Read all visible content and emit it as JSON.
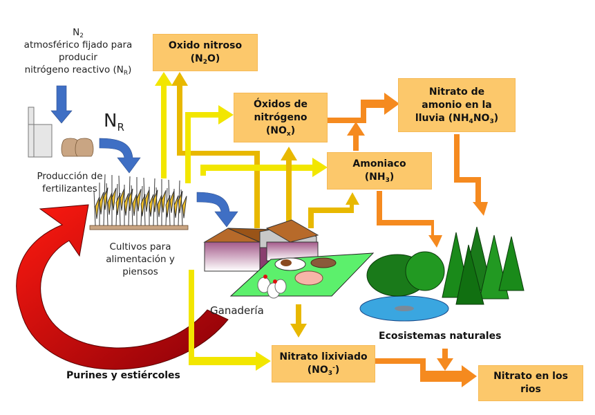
{
  "title": "Ciclo del nitrógeno reactivo en la agricultura",
  "colors": {
    "box_fill": "#fcc86b",
    "arrow_yellow": "#f2e600",
    "arrow_gold": "#e8b800",
    "arrow_orange": "#f58a1f",
    "arrow_blue": "#3f6fc4",
    "arrow_red": "#c4000b"
  },
  "nodes": {
    "n2_source": {
      "line1_main": "N",
      "line1_sub": "2",
      "line2": "atmosférico fijado para",
      "line3": "producir",
      "line4_main": "nitrógeno reactivo (N",
      "line4_sub": "R",
      "line4_end": ")"
    },
    "nr_label": {
      "main": "N",
      "sub": "R"
    },
    "fertilizer": {
      "line1": "Producción de",
      "line2": "fertilizantes"
    },
    "crops": {
      "line1": "Cultivos para",
      "line2": "alimentación y",
      "line3": "piensos"
    },
    "livestock": {
      "label": "Ganadería"
    },
    "manure": {
      "label": "Purines y estiércoles"
    },
    "ecosystems": {
      "label": "Ecosistemas naturales"
    },
    "nitrous_oxide": {
      "line1": "Oxido nitroso",
      "formula_a": "(N",
      "formula_sub": "2",
      "formula_b": "O)"
    },
    "nitrogen_oxides": {
      "line1": "Óxidos de",
      "line2": "nitrógeno",
      "formula_a": "(NO",
      "formula_sub": "x",
      "formula_b": ")"
    },
    "ammonia": {
      "line1": "Amoniaco",
      "formula_a": "(NH",
      "formula_sub": "3",
      "formula_b": ")"
    },
    "ammonium_nitrate": {
      "line1": "Nitrato de",
      "line2": "amonio en la",
      "formula_a": "lluvia (NH",
      "formula_sub1": "4",
      "formula_mid": "NO",
      "formula_sub2": "3",
      "formula_b": ")"
    },
    "leached_nitrate": {
      "line1": "Nitrato lixiviado",
      "formula_a": "(NO",
      "formula_sub": "3",
      "formula_sup": "-",
      "formula_b": ")"
    },
    "river_nitrate": {
      "line1": "Nitrato en los",
      "line2": "rios"
    }
  }
}
